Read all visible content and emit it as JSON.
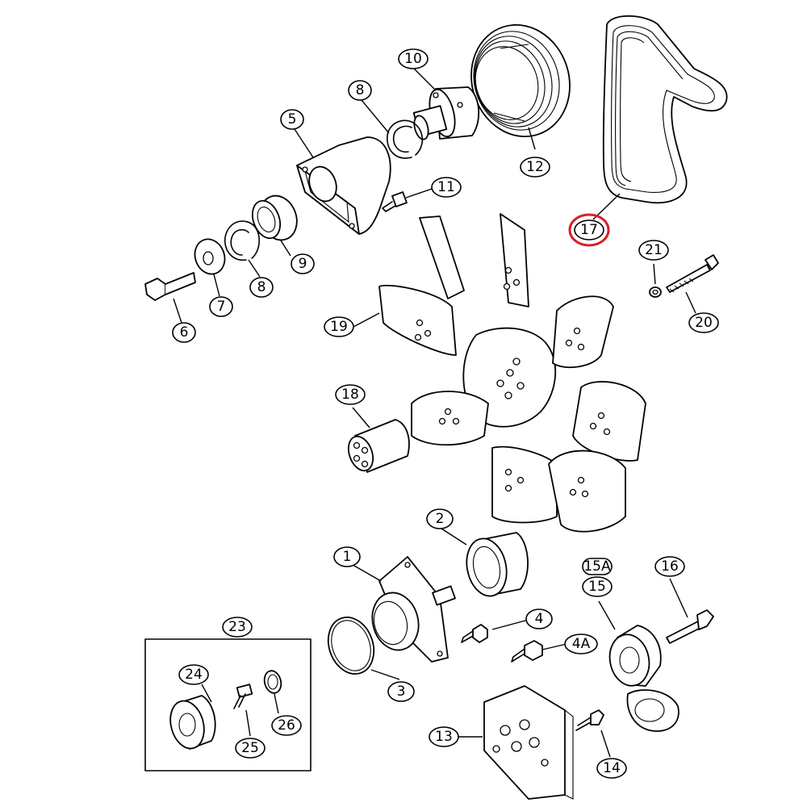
{
  "highlight_color": "#d81f26",
  "highlighted_callout": "17",
  "callouts": {
    "c1": "1",
    "c2": "2",
    "c3": "3",
    "c4": "4",
    "c4a": "4A",
    "c5": "5",
    "c6": "6",
    "c7": "7",
    "c8a": "8",
    "c8b": "8",
    "c9": "9",
    "c10": "10",
    "c11": "11",
    "c12": "12",
    "c13": "13",
    "c14": "14",
    "c15a": "15A",
    "c15": "15",
    "c16": "16",
    "c17": "17",
    "c18": "18",
    "c19": "19",
    "c20": "20",
    "c21": "21",
    "c23": "23",
    "c24": "24",
    "c25": "25",
    "c26": "26"
  }
}
